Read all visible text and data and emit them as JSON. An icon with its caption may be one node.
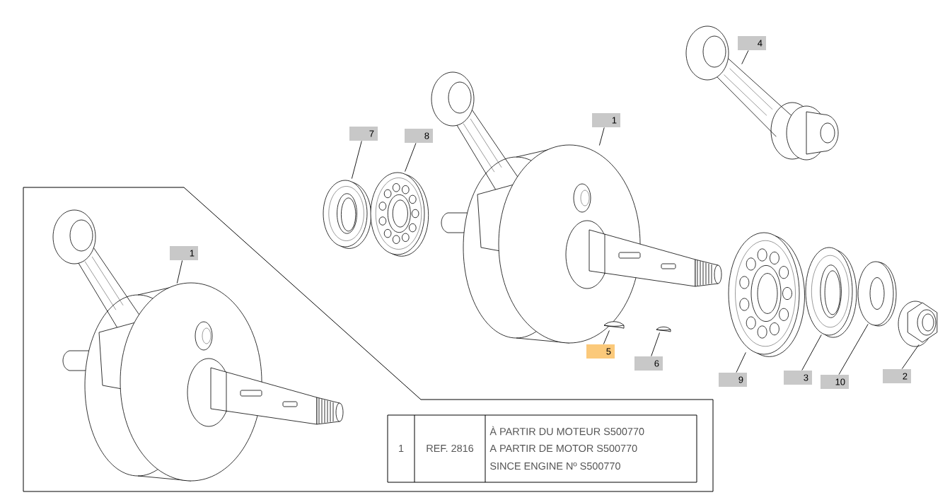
{
  "diagram": {
    "nodes": [
      {
        "text": [
          "4"
        ],
        "in": 1
      },
      {
        "text": [],
        "shape": "picture"
      },
      {
        "text": [
          "1"
        ],
        "in": 7
      },
      {
        "text": [
          "7"
        ]
      },
      {
        "text": [
          "8"
        ]
      },
      {
        "text": [],
        "shape": "picture"
      },
      {
        "text": [],
        "shape": "picture"
      },
      {
        "text": [],
        "shape": "picture"
      },
      {
        "text": [],
        "shape": "box"
      },
      {
        "text": [
          "1"
        ],
        "in": 10
      },
      {
        "text": [],
        "shape": "picture",
        "in": 8
      },
      {
        "text": [
          "5"
        ]
      },
      {
        "text": [],
        "shape": "picture",
        "in": 7
      },
      {
        "text": [
          "6"
        ]
      },
      {
        "text": [],
        "shape": "picture",
        "in": 7
      },
      {
        "text": [],
        "shape": "picture"
      },
      {
        "text": [],
        "shape": "picture"
      },
      {
        "text": [],
        "shape": "picture"
      },
      {
        "text": [],
        "shape": "picture"
      },
      {
        "text": [
          "9"
        ]
      },
      {
        "text": [
          "3"
        ]
      },
      {
        "text": [
          "10"
        ]
      },
      {
        "text": [
          "2"
        ]
      }
    ],
    "edges": [
      {
        "from": 0,
        "to": 1,
        "arrow": "none"
      },
      {
        "from": 2,
        "to": 7,
        "arrow": "none"
      },
      {
        "from": 3,
        "to": 5,
        "arrow": "none"
      },
      {
        "from": 4,
        "to": 6,
        "arrow": "none"
      },
      {
        "from": 9,
        "to": 10,
        "arrow": "none"
      },
      {
        "from": 11,
        "to": 12,
        "arrow": "none"
      },
      {
        "from": 13,
        "to": 14,
        "arrow": "none"
      },
      {
        "from": 19,
        "to": 15,
        "arrow": "none"
      },
      {
        "from": 20,
        "to": 16,
        "arrow": "none"
      },
      {
        "from": 21,
        "to": 17,
        "arrow": "none"
      },
      {
        "from": 22,
        "to": 18,
        "arrow": "none"
      }
    ],
    "labels": [
      "1",
      "REF. 2816",
      "À PARTIR DU MOTEUR S500770",
      "A PARTIR DE MOTOR S500770",
      "SINCE ENGINE Nº S500770"
    ]
  }
}
